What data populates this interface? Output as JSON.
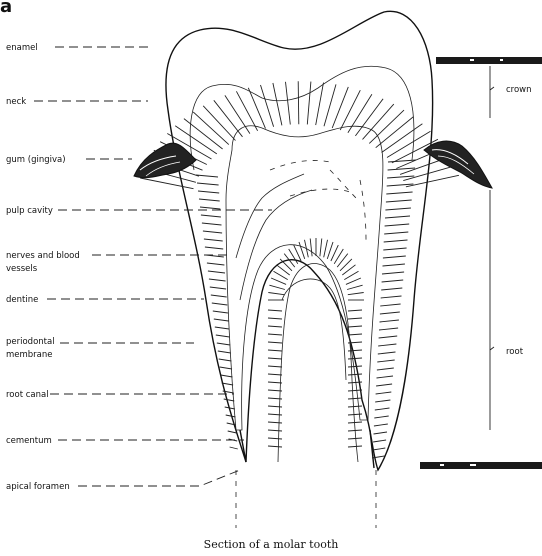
{
  "figure_letter": "a",
  "labels_left": [
    {
      "key": "enamel",
      "lines": [
        "enamel"
      ]
    },
    {
      "key": "neck",
      "lines": [
        "neck"
      ]
    },
    {
      "key": "gum",
      "lines": [
        "gum (gingiva)"
      ]
    },
    {
      "key": "pulp_cavity",
      "lines": [
        "pulp cavity"
      ]
    },
    {
      "key": "nerves",
      "lines": [
        "nerves and blood",
        "vessels"
      ]
    },
    {
      "key": "dentine",
      "lines": [
        "dentine"
      ]
    },
    {
      "key": "periodontal",
      "lines": [
        "periodontal",
        "membrane"
      ]
    },
    {
      "key": "root_canal",
      "lines": [
        "root canal"
      ]
    },
    {
      "key": "cementum",
      "lines": [
        "cementum"
      ]
    },
    {
      "key": "apical",
      "lines": [
        "apical foramen"
      ]
    }
  ],
  "labels_right": {
    "crown": "crown",
    "root": "root"
  },
  "caption": "Section of a molar tooth",
  "colors": {
    "ink": "#111111",
    "paper": "#ffffff",
    "bar": "#1a1a1a"
  }
}
